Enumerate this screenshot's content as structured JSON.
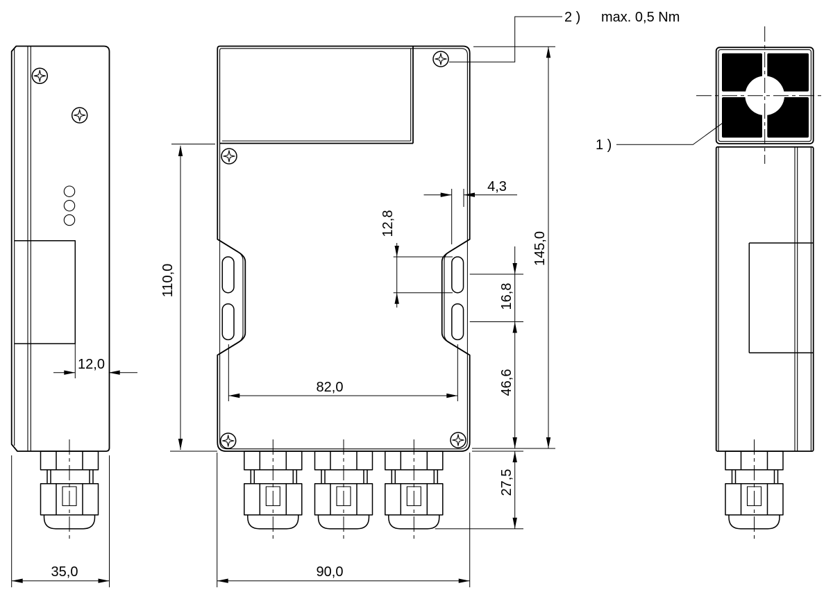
{
  "page": {
    "background": "#ffffff",
    "line_color": "#000000",
    "connector_fill": "#000000"
  },
  "callouts": {
    "note1": {
      "ref": "1 )"
    },
    "note2": {
      "ref": "2 )",
      "text": "max. 0,5 Nm"
    }
  },
  "dimensions": {
    "side_view": {
      "recess_depth": "12,0",
      "overall_depth": "35,0"
    },
    "front_view": {
      "body_height": "110,0",
      "slot_center_width": "82,0",
      "overall_width": "90,0",
      "slot_width": "4,3",
      "slot_length": "12,8",
      "slot_center_spacing": "16,8",
      "slot_to_bottom": "46,6",
      "gland_projection": "27,5",
      "overall_height": "145,0"
    }
  }
}
